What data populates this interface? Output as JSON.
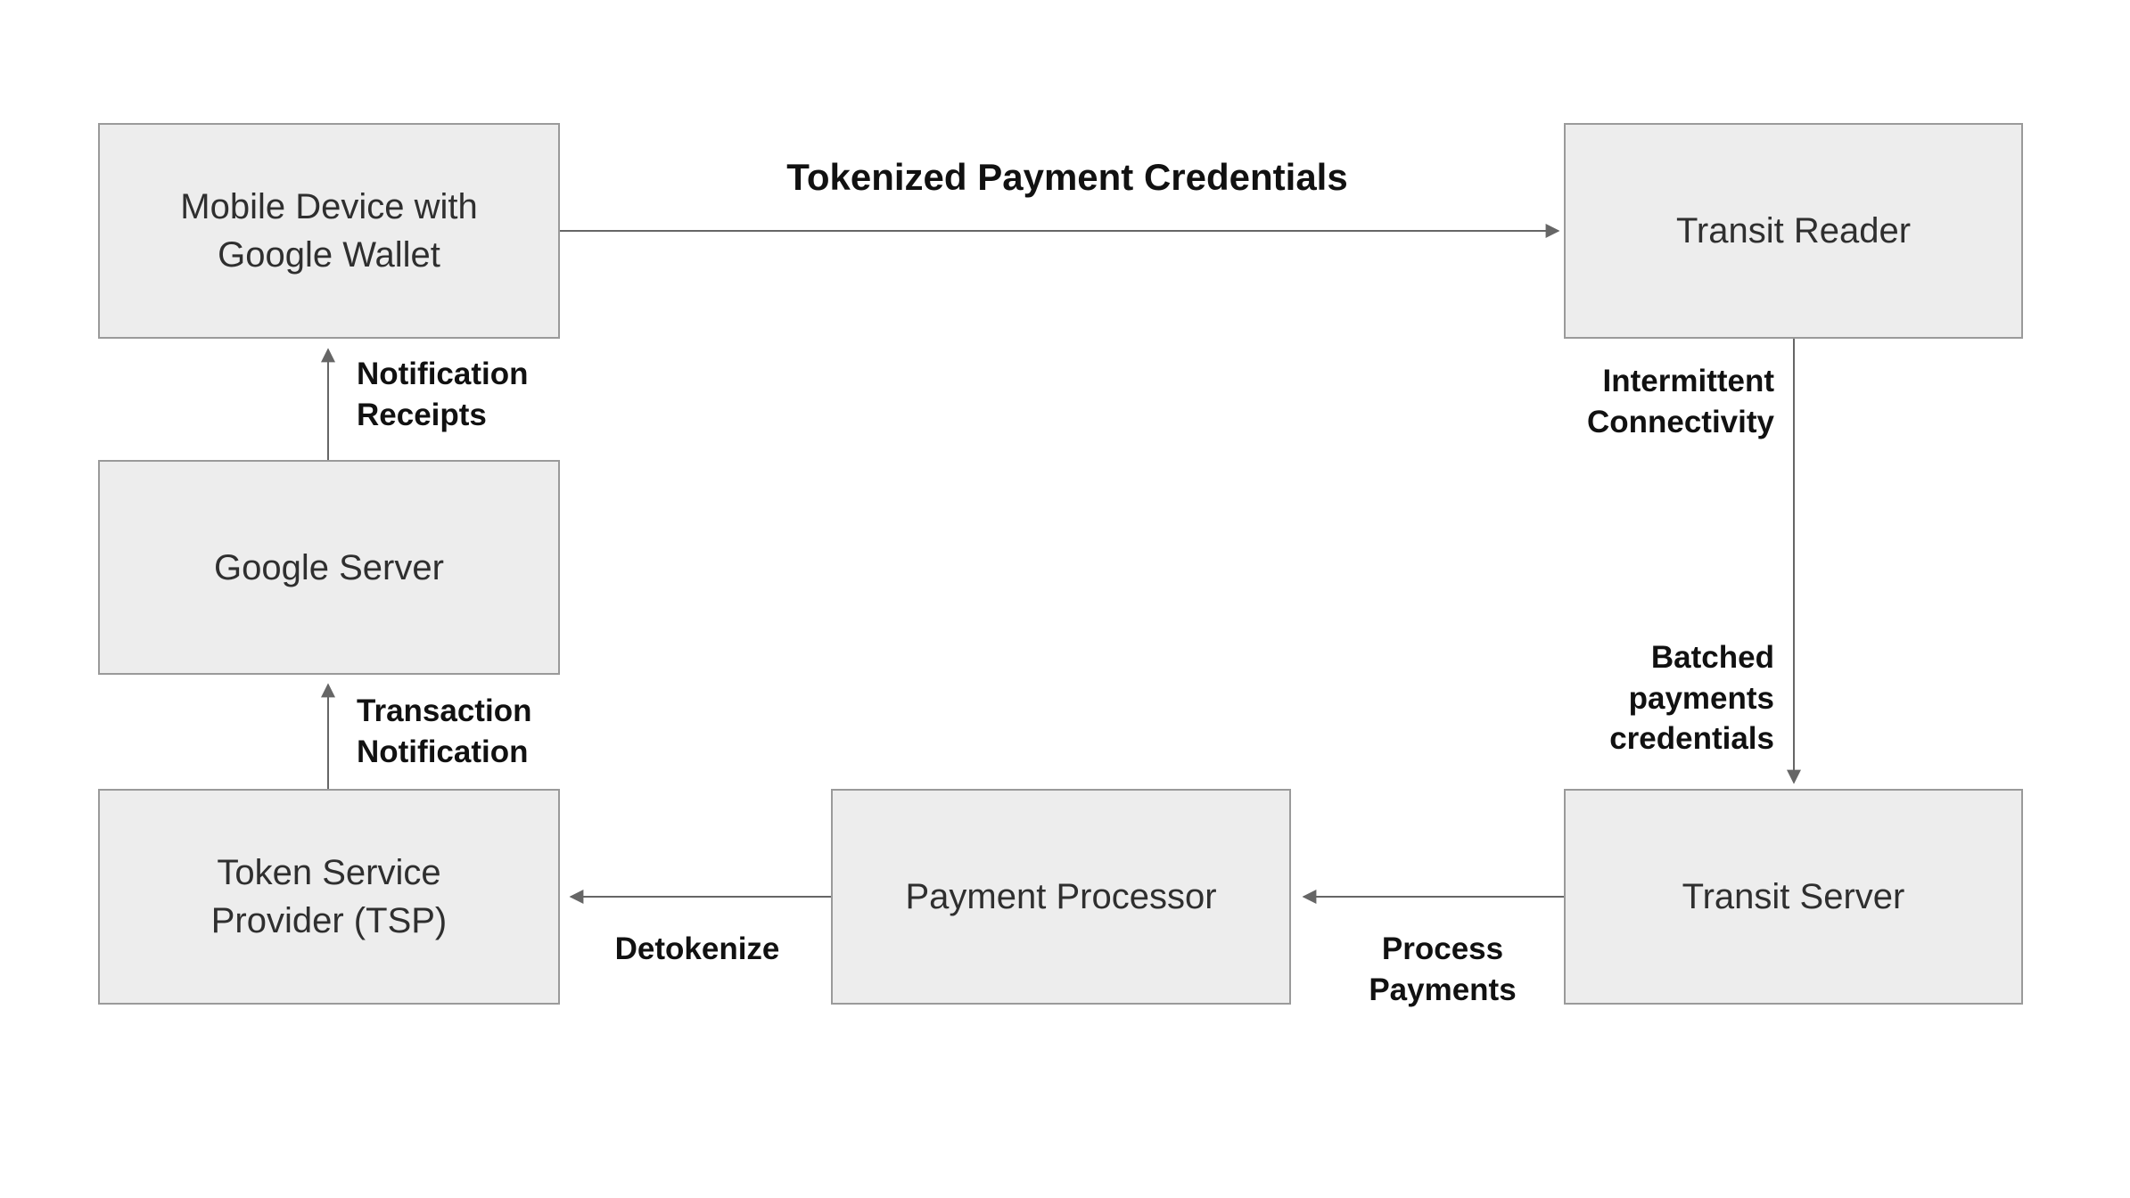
{
  "nodes": {
    "mobile_device": {
      "label": "Mobile Device with Google Wallet"
    },
    "transit_reader": {
      "label": "Transit Reader"
    },
    "google_server": {
      "label": "Google Server"
    },
    "tsp": {
      "label": "Token Service Provider (TSP)"
    },
    "payment_processor": {
      "label": "Payment Processor"
    },
    "transit_server": {
      "label": "Transit Server"
    }
  },
  "edges": {
    "tokenized": {
      "label": "Tokenized Payment Credentials",
      "from": "mobile_device",
      "to": "transit_reader"
    },
    "intermittent": {
      "label": "Intermittent Connectivity",
      "from": "transit_reader",
      "to": "transit_server"
    },
    "batched": {
      "label": "Batched payments credentials",
      "from": "transit_reader",
      "to": "transit_server"
    },
    "process_payments": {
      "label": "Process Payments",
      "from": "transit_server",
      "to": "payment_processor"
    },
    "detokenize": {
      "label": "Detokenize",
      "from": "payment_processor",
      "to": "tsp"
    },
    "transaction_notification": {
      "label": "Transaction Notification",
      "from": "tsp",
      "to": "google_server"
    },
    "notification_receipts": {
      "label": "Notification Receipts",
      "from": "google_server",
      "to": "mobile_device"
    }
  },
  "colors": {
    "background": "#ffffff",
    "node_fill": "#ededed",
    "node_border": "#9a9a9a",
    "node_text": "#2f2f2f",
    "arrow": "#666666",
    "edge_label_text": "#111111"
  }
}
